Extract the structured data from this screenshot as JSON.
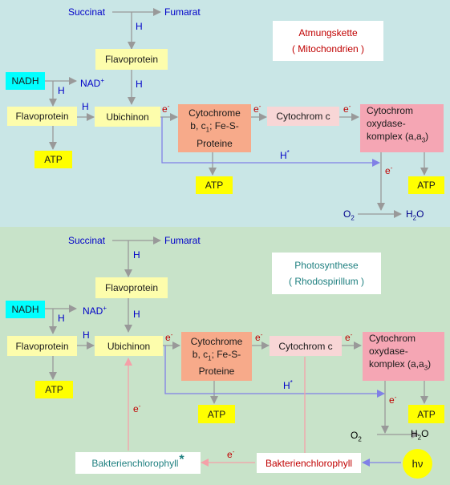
{
  "respiration": {
    "title": "Atmungskette",
    "subtitle": "( Mitochondrien )",
    "succinat": "Succinat",
    "fumarat": "Fumarat",
    "flavoprotein_top": "Flavoprotein",
    "nadh": "NADH",
    "nad": "NAD",
    "flavoprotein_left": "Flavoprotein",
    "ubichinon": "Ubichinon",
    "cyt_b_1": "Cytochrome",
    "cyt_b_2a": "b, c",
    "cyt_b_2sub": "1",
    "cyt_b_2b": "; Fe-S-",
    "cyt_b_3": "Proteine",
    "cyt_c": "Cytochrom c",
    "oxidase_1": "Cytochrom",
    "oxidase_2": "oxydase-",
    "oxidase_3a": "komplex (a,a",
    "oxidase_3sub": "3",
    "oxidase_3b": ")",
    "atp1": "ATP",
    "atp2": "ATP",
    "atp3": "ATP",
    "h_label": "H",
    "h_star": "H",
    "e_label": "e",
    "o2": "O",
    "h2o": "H",
    "h2o_end": "O"
  },
  "photosynthesis": {
    "title": "Photosynthese",
    "subtitle": "( Rhodospirillum )",
    "succinat": "Succinat",
    "fumarat": "Fumarat",
    "flavoprotein_top": "Flavoprotein",
    "nadh": "NADH",
    "nad": "NAD",
    "flavoprotein_left": "Flavoprotein",
    "ubichinon": "Ubichinon",
    "cyt_b_1": "Cytochrome",
    "cyt_b_2a": "b, c",
    "cyt_b_2sub": "1",
    "cyt_b_2b": "; Fe-S-",
    "cyt_b_3": "Proteine",
    "cyt_c": "Cytochrom c",
    "oxidase_1": "Cytochrom",
    "oxidase_2": "oxydase-",
    "oxidase_3a": "komplex (a,a",
    "oxidase_3sub": "3",
    "oxidase_3b": ")",
    "atp1": "ATP",
    "atp2": "ATP",
    "atp3": "ATP",
    "h_label": "H",
    "h_star": "H",
    "e_label": "e",
    "o2": "O",
    "h2o": "H",
    "h2o_end": "O",
    "bchl_excited": "Bakterienchlorophyll",
    "bchl": "Bakterienchlorophyll",
    "hv": "hν"
  },
  "colors": {
    "top_background": "#c9e6e6",
    "bottom_background": "#c8e3c9",
    "box_yellow": "#fdfdac",
    "atp_yellow": "#ffff00",
    "nadh_cyan": "#00ffff",
    "cytochrome_orange": "#f7aa8a",
    "cytochrome_c_pink": "#f8d6d6",
    "oxidase_rose": "#f5a6b4",
    "arrow_gray": "#999999",
    "arrow_blue": "#8080e6",
    "arrow_pink": "#f5a0a8"
  }
}
